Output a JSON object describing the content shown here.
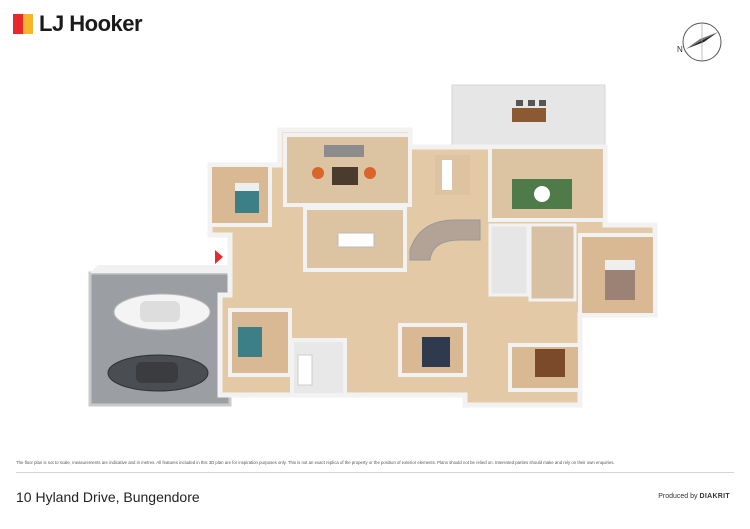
{
  "brand": {
    "name": "LJ Hooker",
    "colors": {
      "red": "#e8272f",
      "yellow": "#f7b52c",
      "text": "#1a1a1a"
    }
  },
  "compass": {
    "label": "N",
    "icon": "compass-arrow-icon"
  },
  "floorplan": {
    "icon": "3d-floorplan-illustration",
    "colors": {
      "wall": "#f2f2f2",
      "floor": "#e3c9a5",
      "garage": "#9b9ea3",
      "deck": "#e6e6e6"
    }
  },
  "disclaimer": "The floor plan is not to scale, measurements are indicative and in metres. All features included in this 3D plan are for inspiration purposes only. This is not an exact replica of the property or the position of exterior elements. Plans should not be relied on. Interested parties should make and rely on their own enquiries.",
  "footer": {
    "address": "10 Hyland Drive, Bungendore",
    "produced_by_prefix": "Produced by",
    "produced_by_brand": "DIAKRIT"
  }
}
